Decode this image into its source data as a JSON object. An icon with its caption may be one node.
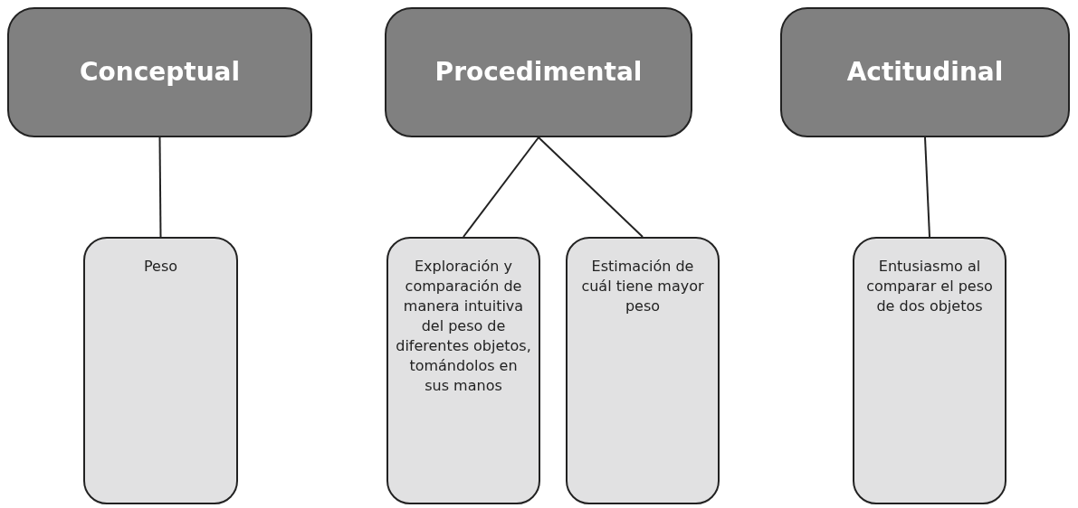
{
  "diagram": {
    "nodes": [
      {
        "text": [
          "Conceptual"
        ]
      },
      {
        "text": [
          "Procedimental"
        ]
      },
      {
        "text": [
          "Actitudinal"
        ]
      },
      {
        "text": [
          "Peso"
        ]
      },
      {
        "text": [
          "Exploración y comparación de manera intuitiva del peso de diferentes objetos, tomándolos en sus manos"
        ]
      },
      {
        "text": [
          "Estimación de cuál tiene mayor peso"
        ]
      },
      {
        "text": [
          "Entusiasmo al comparar el peso de dos objetos"
        ]
      }
    ],
    "edges": [
      {
        "from": 0,
        "to": 3,
        "arrow": "none"
      },
      {
        "from": 1,
        "to": 4,
        "arrow": "none"
      },
      {
        "from": 1,
        "to": 5,
        "arrow": "none"
      },
      {
        "from": 2,
        "to": 6,
        "arrow": "none"
      }
    ]
  }
}
